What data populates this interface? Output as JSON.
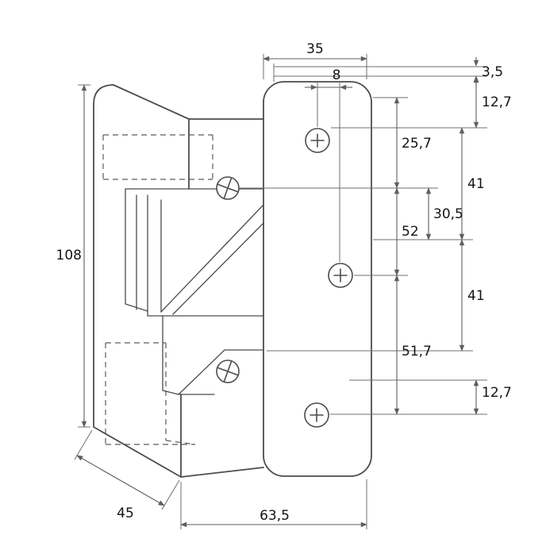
{
  "page": {
    "background": "#ffffff",
    "line_color": "#4c4c4c",
    "dim_line_color": "#5e5e5e",
    "text_color": "#141414"
  },
  "dimensions": {
    "width_top": "35",
    "hole_offset": "8",
    "top_lip": "3,5",
    "top_to_hole": "12,7",
    "hole_to_screw": "25,7",
    "spacing_upper": "41",
    "keeper_depth": "30,5",
    "screw_to_latch": "52",
    "body_height": "108",
    "spacing_lower": "41",
    "latch_to_bottom_hole": "51,7",
    "bottom_lip": "12,7",
    "body_depth": "45",
    "plate_width": "63,5"
  }
}
